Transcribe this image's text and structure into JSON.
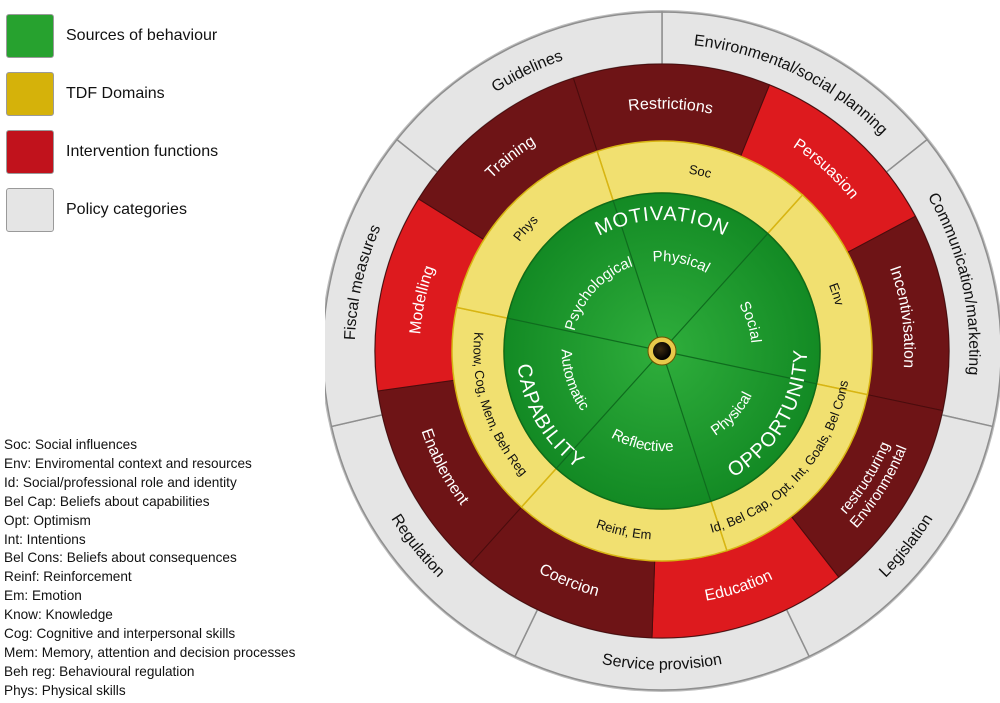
{
  "colors": {
    "sources": "#22a034",
    "tdf": "#f1e070",
    "intervention": "#c1121c",
    "policy": "#e5e5e5"
  },
  "legend": [
    {
      "label": "Sources of behaviour",
      "color": "#27a22f"
    },
    {
      "label": "TDF Domains",
      "color": "#d5b20a"
    },
    {
      "label": "Intervention functions",
      "color": "#c1121c"
    },
    {
      "label": "Policy categories",
      "color": "#e5e5e5"
    }
  ],
  "abbreviations": [
    "Soc: Social influences",
    "Env: Enviromental context and resources",
    "Id: Social/professional role and identity",
    "Bel Cap: Beliefs about capabilities",
    "Opt: Optimism",
    "Int: Intentions",
    "Bel Cons: Beliefs about consequences",
    "Reinf: Reinforcement",
    "Em: Emotion",
    "Know: Knowledge",
    "Cog: Cognitive and interpersonal skills",
    "Mem: Memory, attention and decision processes",
    "Beh reg: Behavioural regulation",
    "Phys: Physical skills"
  ],
  "wheel": {
    "policy_categories": [
      {
        "label": "Environmental/social planning",
        "tone": "light"
      },
      {
        "label": "Communication/marketing",
        "tone": "light"
      },
      {
        "label": "Legislation",
        "tone": "light"
      },
      {
        "label": "Service provision",
        "tone": "light"
      },
      {
        "label": "Regulation",
        "tone": "light"
      },
      {
        "label": "Fiscal measures",
        "tone": "light"
      },
      {
        "label": "Guidelines",
        "tone": "light"
      }
    ],
    "intervention_functions": [
      {
        "label": "Restrictions",
        "tone": "dark"
      },
      {
        "label": "Persuasion",
        "tone": "bright"
      },
      {
        "label": "Incentivisation",
        "tone": "dark"
      },
      {
        "label": "Environmental restructuring",
        "tone": "dark"
      },
      {
        "label": "Education",
        "tone": "bright"
      },
      {
        "label": "Coercion",
        "tone": "dark"
      },
      {
        "label": "Enablement",
        "tone": "dark"
      },
      {
        "label": "Modelling",
        "tone": "bright"
      },
      {
        "label": "Training",
        "tone": "dark"
      }
    ],
    "tdf_domains": [
      {
        "label": "Soc"
      },
      {
        "label": "Env"
      },
      {
        "label": "Id, Bel Cap, Opt, Int, Goals, Bel Cons"
      },
      {
        "label": "Reinf, Em"
      },
      {
        "label": "Know, Cog, Mem, Beh Reg"
      },
      {
        "label": "Phys"
      }
    ],
    "components": [
      {
        "label": "CAPABILITY"
      },
      {
        "label": "OPPORTUNITY"
      },
      {
        "label": "MOTIVATION"
      }
    ],
    "sub_components": [
      {
        "label": "Physical"
      },
      {
        "label": "Social"
      },
      {
        "label": "Physical"
      },
      {
        "label": "Reflective"
      },
      {
        "label": "Automatic"
      },
      {
        "label": "Psychological"
      }
    ]
  }
}
